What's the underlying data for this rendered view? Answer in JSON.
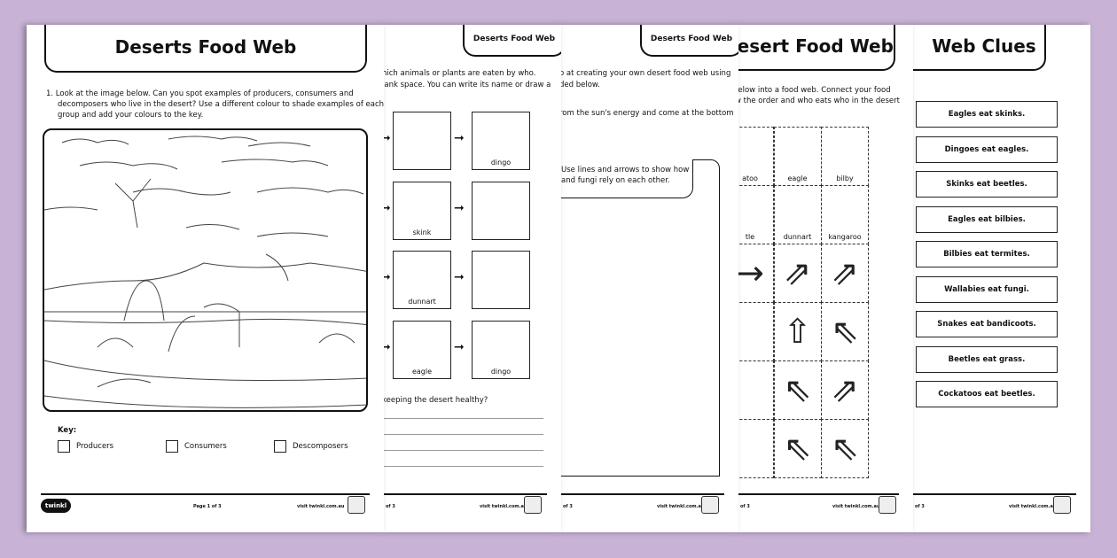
{
  "colors": {
    "background": "#c8b2d5",
    "ink": "#111111"
  },
  "page1": {
    "title": "Deserts Food Web",
    "instruction": [
      "1.  Look at the image below. Can you spot examples of producers, consumers and",
      "decomposers who live in the desert? Use a different colour to shade examples of each",
      "group and add your colours to the key."
    ],
    "key_label": "Key:",
    "key_items": [
      "Producers",
      "Consumers",
      "Descomposers"
    ],
    "footer": {
      "logo": "twinkl",
      "page": "Page 1 of 3",
      "site": "visit twinkl.com.au"
    }
  },
  "page2": {
    "tab": "Deserts Food Web",
    "instruction": [
      "hich animals or plants are eaten by who.",
      "lank space. You can write its name or draw a"
    ],
    "chain_labels": [
      [
        "",
        "dingo"
      ],
      [
        "skink",
        ""
      ],
      [
        "dunnart",
        ""
      ],
      [
        "eagle",
        "dingo"
      ]
    ],
    "question": "keeping the desert healthy?",
    "footer_page": "of 3",
    "site": "visit twinkl.com.au"
  },
  "page3": {
    "tab": "Deserts Food Web",
    "instruction": [
      "o at creating your own desert food web using",
      "ded below."
    ],
    "line2": "rom the sun's energy and come at the bottom",
    "box_text": [
      "Use lines and arrows to show how",
      "and fungi rely on each other."
    ],
    "footer_page": "of 3",
    "site": "visit twinkl.com.au"
  },
  "page4": {
    "title": "Desert Food Web",
    "instruction": [
      "below into a food web. Connect your food",
      "w the order and who eats who in the desert"
    ],
    "cards": [
      [
        "atoo",
        "eagle",
        "bilby"
      ],
      [
        "tle",
        "dunnart",
        "kangaroo"
      ]
    ],
    "arrow_icons": [
      "arrow-right",
      "arrow-up-right",
      "arrow-up-right",
      "",
      "arrow-up",
      "arrow-up-left",
      "",
      "arrow-up-left",
      "arrow-up-right",
      "",
      "arrow-up-left",
      "arrow-up-left"
    ],
    "footer_page": "of 3",
    "site": "visit twinkl.com.au"
  },
  "page5": {
    "title": "Web Clues",
    "clues": [
      "Eagles eat skinks.",
      "Dingoes eat eagles.",
      "Skinks eat beetles.",
      "Eagles eat bilbies.",
      "Bilbies eat termites.",
      "Wallabies eat fungi.",
      "Snakes eat bandicoots.",
      "Beetles eat grass.",
      "Cockatoos eat beetles."
    ],
    "footer_page": "of 3",
    "site": "visit twinkl.com.au"
  }
}
